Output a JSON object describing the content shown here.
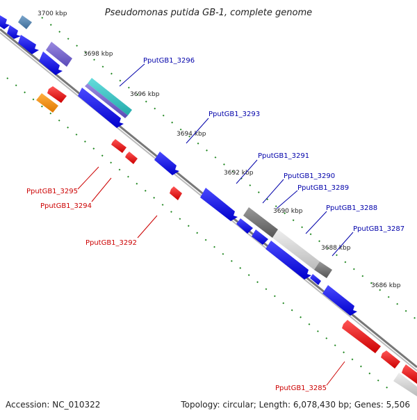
{
  "title": "Pseudomonas putida GB-1, complete genome",
  "footer": {
    "accession": "Accession: NC_010322",
    "summary": "Topology: circular; Length: 6,078,430 bp; Genes: 5,506"
  },
  "colors": {
    "background": "#ffffff",
    "backbone": "#777777",
    "tick": "#228822",
    "forward_gene": "#0000ee",
    "reverse_gene": "#ee0000",
    "label_blue": "#0000aa",
    "label_red": "#cc0000"
  },
  "scale_labels": [
    "3700 kbp",
    "3698 kbp",
    "3696 kbp",
    "3694 kbp",
    "3692 kbp",
    "3690 kbp",
    "3688 kbp",
    "3686 kbp"
  ],
  "gene_labels": {
    "PputGB1_3296": "PputGB1_3296",
    "PputGB1_3293": "PputGB1_3293",
    "PputGB1_3291": "PputGB1_3291",
    "PputGB1_3290": "PputGB1_3290",
    "PputGB1_3289": "PputGB1_3289",
    "PputGB1_3288": "PputGB1_3288",
    "PputGB1_3287": "PputGB1_3287",
    "PputGB1_3295": "PputGB1_3295",
    "PputGB1_3294": "PputGB1_3294",
    "PputGB1_3292": "PputGB1_3292",
    "PputGB1_3285": "PputGB1_3285"
  }
}
